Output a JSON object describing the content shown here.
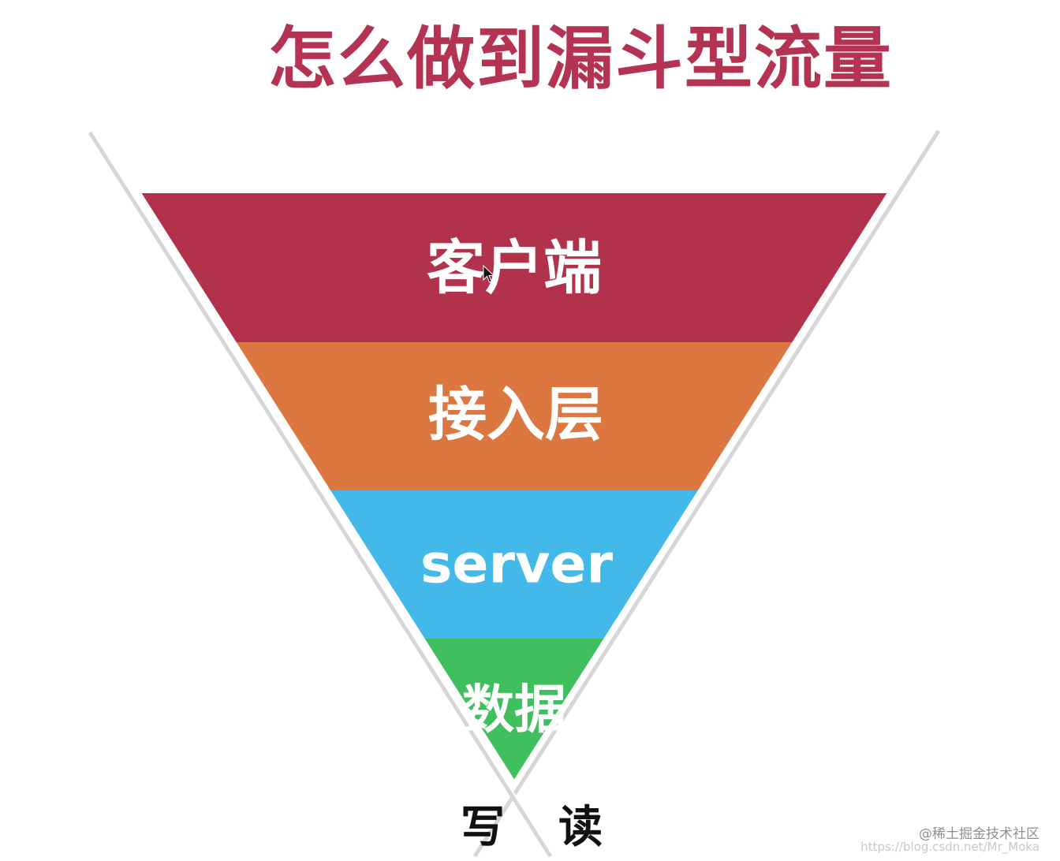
{
  "title": "怎么做到漏斗型流量",
  "colors": {
    "title": "#b43352",
    "client": "#b2324c",
    "access": "#dc7741",
    "server": "#43b9e9",
    "data": "#3fbf5d",
    "outline": "#d6d6d6"
  },
  "layers": [
    {
      "label": "客户端",
      "color_key": "client"
    },
    {
      "label": "接入层",
      "color_key": "access"
    },
    {
      "label": "server",
      "color_key": "server"
    },
    {
      "label": "数据",
      "color_key": "data"
    }
  ],
  "bottom": {
    "write": "写",
    "read": "读"
  },
  "watermark": {
    "line1": "@稀土掘金技术社区",
    "line2": "https://blog.csdn.net/Mr_Moka"
  }
}
